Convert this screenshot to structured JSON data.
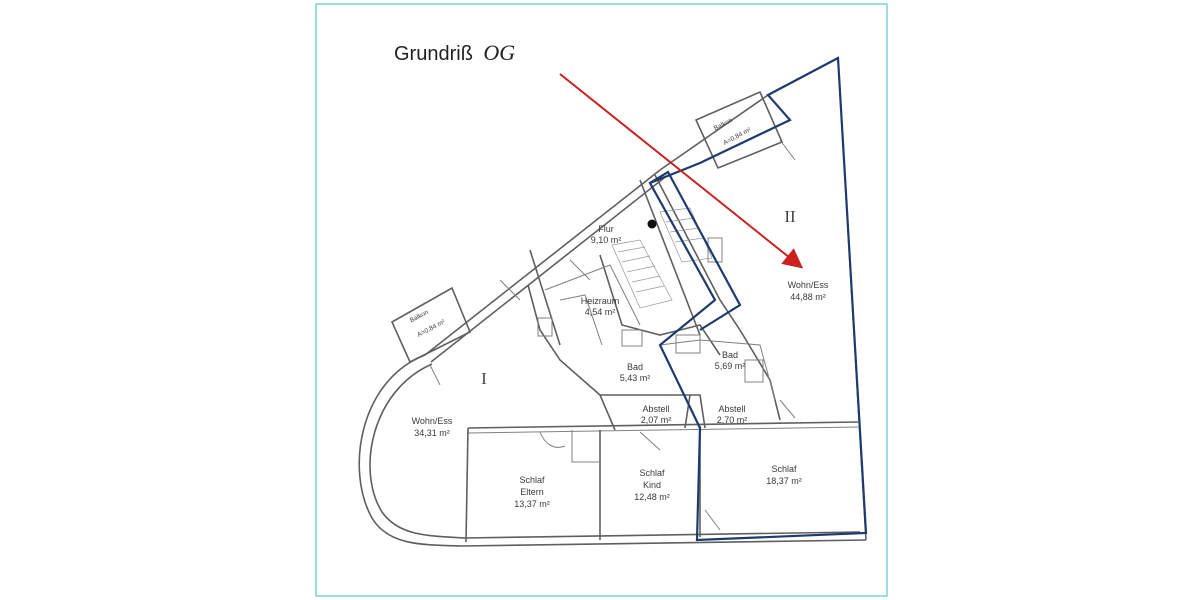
{
  "title": {
    "main": "Grundriß",
    "suffix": "OG"
  },
  "unit_labels": {
    "unit_1": "I",
    "unit_2": "II"
  },
  "rooms": {
    "flur": {
      "name": "Flur",
      "area": "9,10 m²"
    },
    "heizraum": {
      "name": "Heizraum",
      "area": "4,54 m²"
    },
    "bad_1": {
      "name": "Bad",
      "area": "5,43 m²"
    },
    "bad_2": {
      "name": "Bad",
      "area": "5,69 m²"
    },
    "abstell_1": {
      "name": "Abstell",
      "area": "2,07 m²"
    },
    "abstell_2": {
      "name": "Abstell",
      "area": "2,70 m²"
    },
    "wohn_ess_1": {
      "name": "Wohn/Ess",
      "area": "34,31 m²"
    },
    "wohn_ess_2": {
      "name": "Wohn/Ess",
      "area": "44,88 m²"
    },
    "schlaf_eltern": {
      "name": "Schlaf",
      "sub": "Eltern",
      "area": "13,37 m²"
    },
    "schlaf_kind": {
      "name": "Schlaf",
      "sub": "Kind",
      "area": "12,48 m²"
    },
    "schlaf_2": {
      "name": "Schlaf",
      "area": "18,37 m²"
    }
  },
  "balconies": {
    "left": {
      "name": "Balkon",
      "area": "A=0,84 m²"
    },
    "right": {
      "name": "Balkon",
      "area": "A=0,84 m²"
    }
  },
  "colors": {
    "frame": "#7fd0dc",
    "unit_outline": "#1f3a6e",
    "arrow": "#cc1f1f",
    "walls": "#5f5f5f"
  }
}
